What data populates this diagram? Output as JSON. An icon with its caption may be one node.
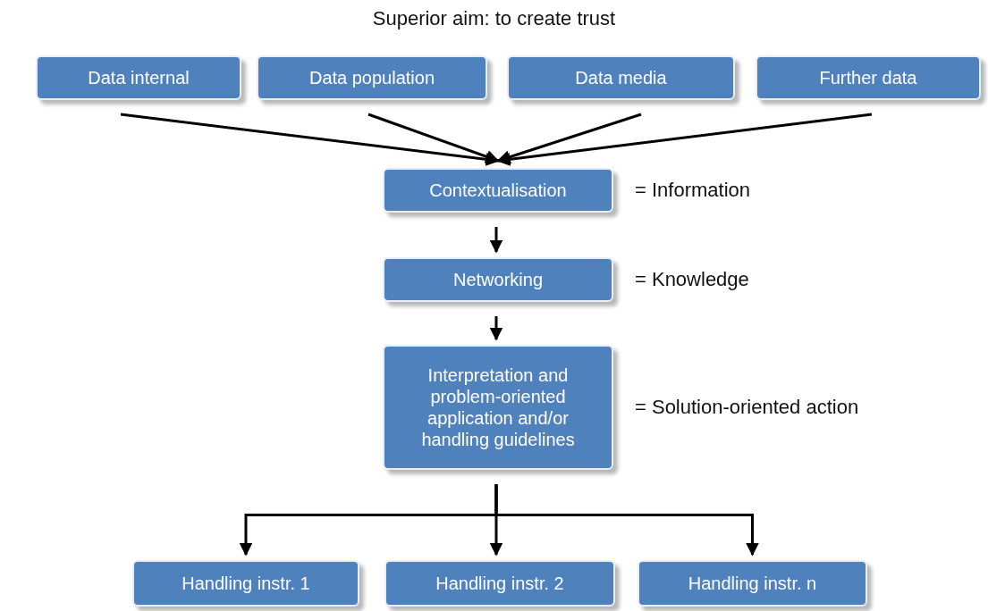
{
  "diagram": {
    "title": "Superior aim: to create trust",
    "nodes": [
      {
        "text": [
          "Data internal"
        ]
      },
      {
        "text": [
          "Data population"
        ]
      },
      {
        "text": [
          "Data media"
        ]
      },
      {
        "text": [
          "Further data"
        ]
      },
      {
        "text": [
          "Contextualisation"
        ],
        "beside": [
          "= Information"
        ]
      },
      {
        "text": [
          "Networking"
        ],
        "beside": [
          "= Knowledge"
        ]
      },
      {
        "text": [
          "Interpretation and problem-oriented application and/or handling guidelines"
        ],
        "beside": [
          "= Solution-oriented action"
        ]
      },
      {
        "text": [
          "Handling instr. 1"
        ]
      },
      {
        "text": [
          "Handling instr. 2"
        ]
      },
      {
        "text": [
          "Handling instr. n"
        ]
      }
    ],
    "edges": [
      {
        "from": 0,
        "to": 4,
        "arrow": "to"
      },
      {
        "from": 1,
        "to": 4,
        "arrow": "to"
      },
      {
        "from": 2,
        "to": 4,
        "arrow": "to"
      },
      {
        "from": 3,
        "to": 4,
        "arrow": "to"
      },
      {
        "from": 4,
        "to": 5,
        "arrow": "to"
      },
      {
        "from": 5,
        "to": 6,
        "arrow": "to"
      },
      {
        "from": 6,
        "to": 7,
        "arrow": "to"
      },
      {
        "from": 6,
        "to": 8,
        "arrow": "to"
      },
      {
        "from": 6,
        "to": 9,
        "arrow": "to"
      }
    ]
  }
}
